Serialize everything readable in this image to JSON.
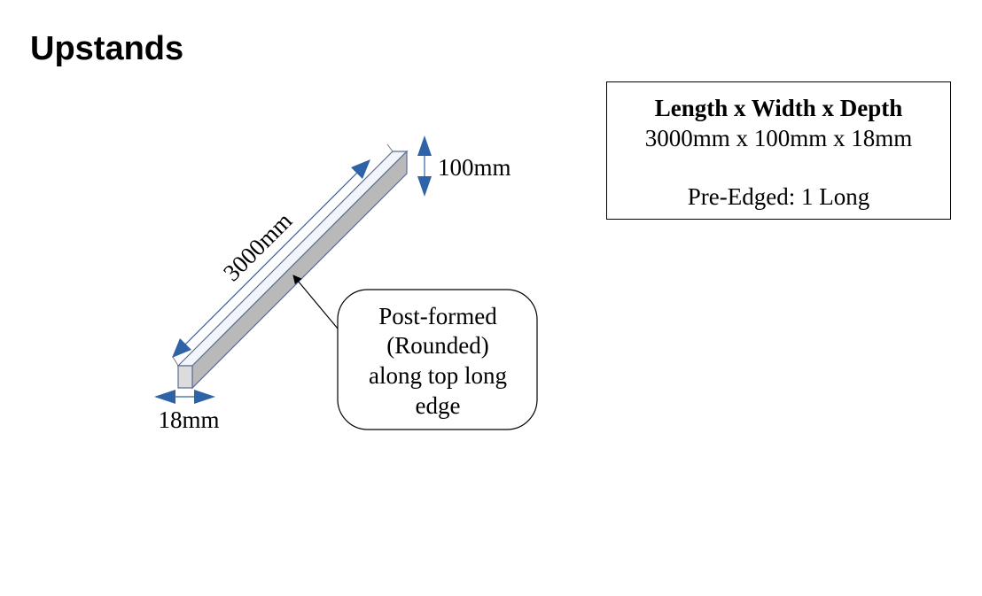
{
  "page": {
    "title": "Upstands"
  },
  "spec": {
    "heading": "Length x Width x Depth",
    "dimensions": "3000mm x 100mm x 18mm",
    "edging": "Pre-Edged: 1 Long"
  },
  "diagram": {
    "length_label": "3000mm",
    "height_label": "100mm",
    "thickness_label": "18mm",
    "callout_lines": [
      "Post-formed",
      "(Rounded)",
      "along top long",
      "edge"
    ]
  },
  "colors": {
    "arrow": "#2e63a8",
    "face_top": "#f2f5fb",
    "face_side": "#b9b9b9",
    "face_end": "#dcdcdc",
    "outline": "#5b6f96"
  }
}
